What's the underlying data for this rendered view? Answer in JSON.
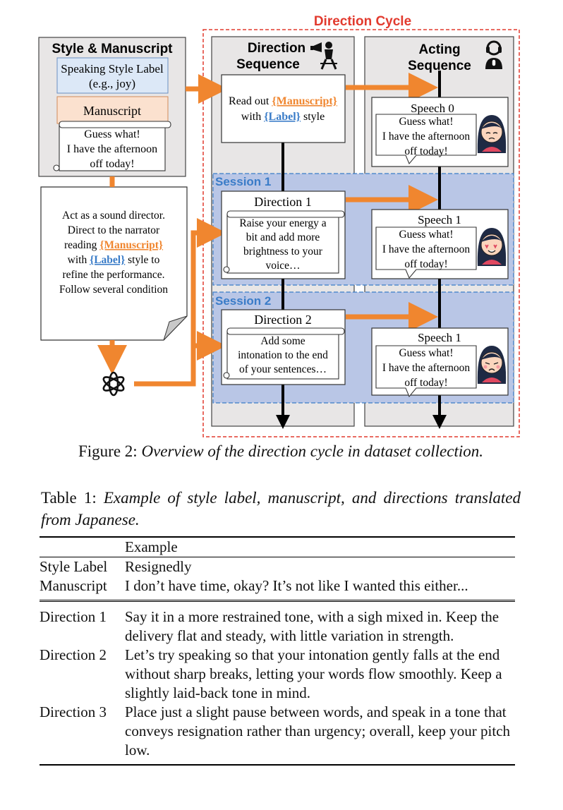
{
  "figure": {
    "cycle_title": "Direction Cycle",
    "style_box": {
      "title": "Style & Manuscript",
      "label_line1": "Speaking Style Label",
      "label_line2": "(e.g., joy)",
      "manuscript_title": "Manuscript",
      "manuscript_lines": [
        "Guess what!",
        "I have the afternoon",
        "off today!"
      ]
    },
    "prompt_note": {
      "line1": "Act as a sound director.",
      "line2": "Direct to the narrator",
      "line3_a": "reading ",
      "line3_b": "{Manuscript}",
      "line4_a": "with ",
      "line4_b": "{Label}",
      "line4_c": " style to",
      "line5": "refine the performance.",
      "line6": "Follow several condition"
    },
    "direction_col": {
      "title1": "Direction",
      "title2": "Sequence",
      "first_a": "Read out ",
      "first_b": "{Manuscript}",
      "first_c": "with ",
      "first_d": "{Label}",
      "first_e": " style"
    },
    "acting_col": {
      "title1": "Acting",
      "title2": "Sequence"
    },
    "sessions": [
      {
        "label": "Session 1",
        "direction_title": "Direction 1",
        "direction_lines": [
          "Raise your energy a",
          "bit and add more",
          "brightness to your",
          "voice…"
        ],
        "speech_title": "Speech 1",
        "speech_lines": [
          "Guess what!",
          "I have the afternoon",
          "off today!"
        ]
      },
      {
        "label": "Session 2",
        "direction_title": "Direction 2",
        "direction_lines": [
          "Add some",
          "intonation to the end",
          "of your sentences…"
        ],
        "speech_title": "Speech 1",
        "speech_lines": [
          "Guess what!",
          "I have the afternoon",
          "off today!"
        ]
      }
    ],
    "speech0": {
      "title": "Speech 0",
      "lines": [
        "Guess what!",
        "I have the afternoon",
        "off today!"
      ]
    },
    "colors": {
      "orange": "#f0862f",
      "blue_label": "#3a7cc8",
      "session_fill": "#b9c6e6",
      "cycle_red": "#e23a2e",
      "column_gray": "#e8e6e6"
    }
  },
  "figure_caption": {
    "label": "Figure 2: ",
    "text": "Overview of the direction cycle in dataset collection."
  },
  "table_caption": {
    "label": "Table 1: ",
    "text": "Example of style label, manuscript, and directions translated from Japanese."
  },
  "table": {
    "header": "Example",
    "rows": [
      {
        "key": "Style Label",
        "value": "Resignedly"
      },
      {
        "key": "Manuscript",
        "value": "I don’t have time, okay? It’s not like I wanted this either..."
      },
      {
        "key": "Direction 1",
        "value": "Say it in a more restrained tone, with a sigh mixed in. Keep the delivery flat and steady, with little variation in strength."
      },
      {
        "key": "Direction 2",
        "value": "Let’s try speaking so that your intonation gently falls at the end without sharp breaks, letting your words flow smoothly. Keep a slightly laid-back tone in mind."
      },
      {
        "key": "Direction 3",
        "value": "Place just a slight pause between words, and speak in a tone that conveys resignation rather than urgency; overall, keep your pitch low."
      }
    ]
  }
}
